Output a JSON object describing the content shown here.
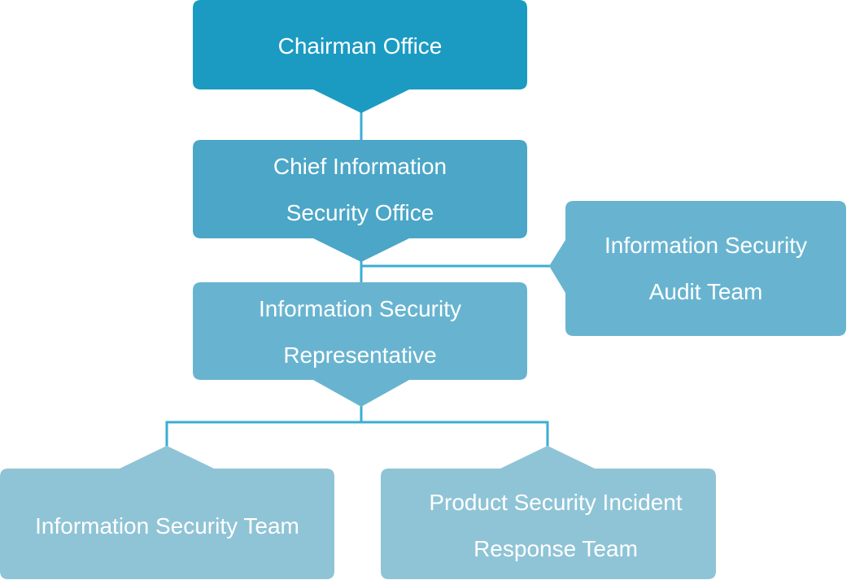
{
  "colors": {
    "chairman": "#1b9bc2",
    "ciso": "#4ba6c7",
    "representative": "#68b4d0",
    "audit": "#68b4d0",
    "teams": "#8fc4d6",
    "connector": "#3aaed3"
  },
  "nodes": {
    "chairman": {
      "lines": [
        "Chairman Office"
      ]
    },
    "ciso": {
      "lines": [
        "Chief Information",
        "Security Office"
      ]
    },
    "audit": {
      "lines": [
        "Information Security",
        "Audit Team"
      ]
    },
    "representative": {
      "lines": [
        "Information Security",
        "Representative"
      ]
    },
    "is_team": {
      "lines": [
        "Information Security Team"
      ]
    },
    "psirt": {
      "lines": [
        "Product Security Incident",
        "Response Team"
      ]
    }
  }
}
